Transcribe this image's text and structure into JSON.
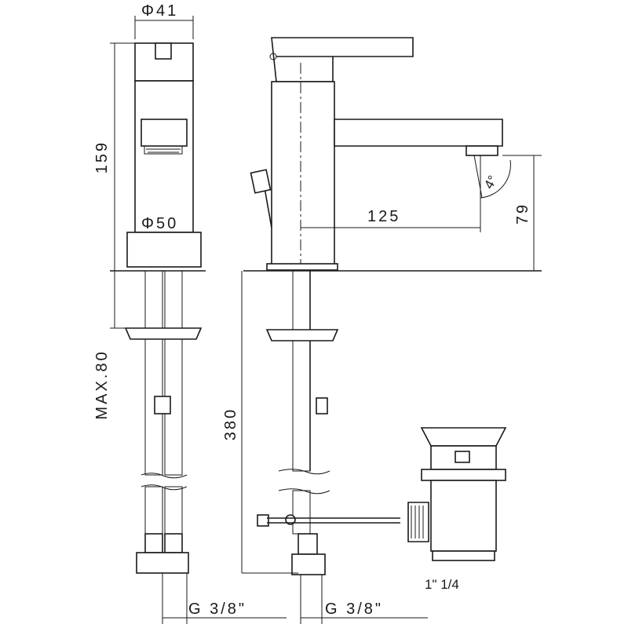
{
  "dimensions": {
    "spout_width": "Φ41",
    "base_diameter": "Φ50",
    "height": "159",
    "max_deck_thickness": "MAX.80",
    "spout_reach": "125",
    "spout_height": "79",
    "hose_length": "380",
    "spout_angle": "4°",
    "waste_thread": "1\" 1/4",
    "connection_left": "G 3/8\"",
    "connection_right": "G 3/8\""
  }
}
